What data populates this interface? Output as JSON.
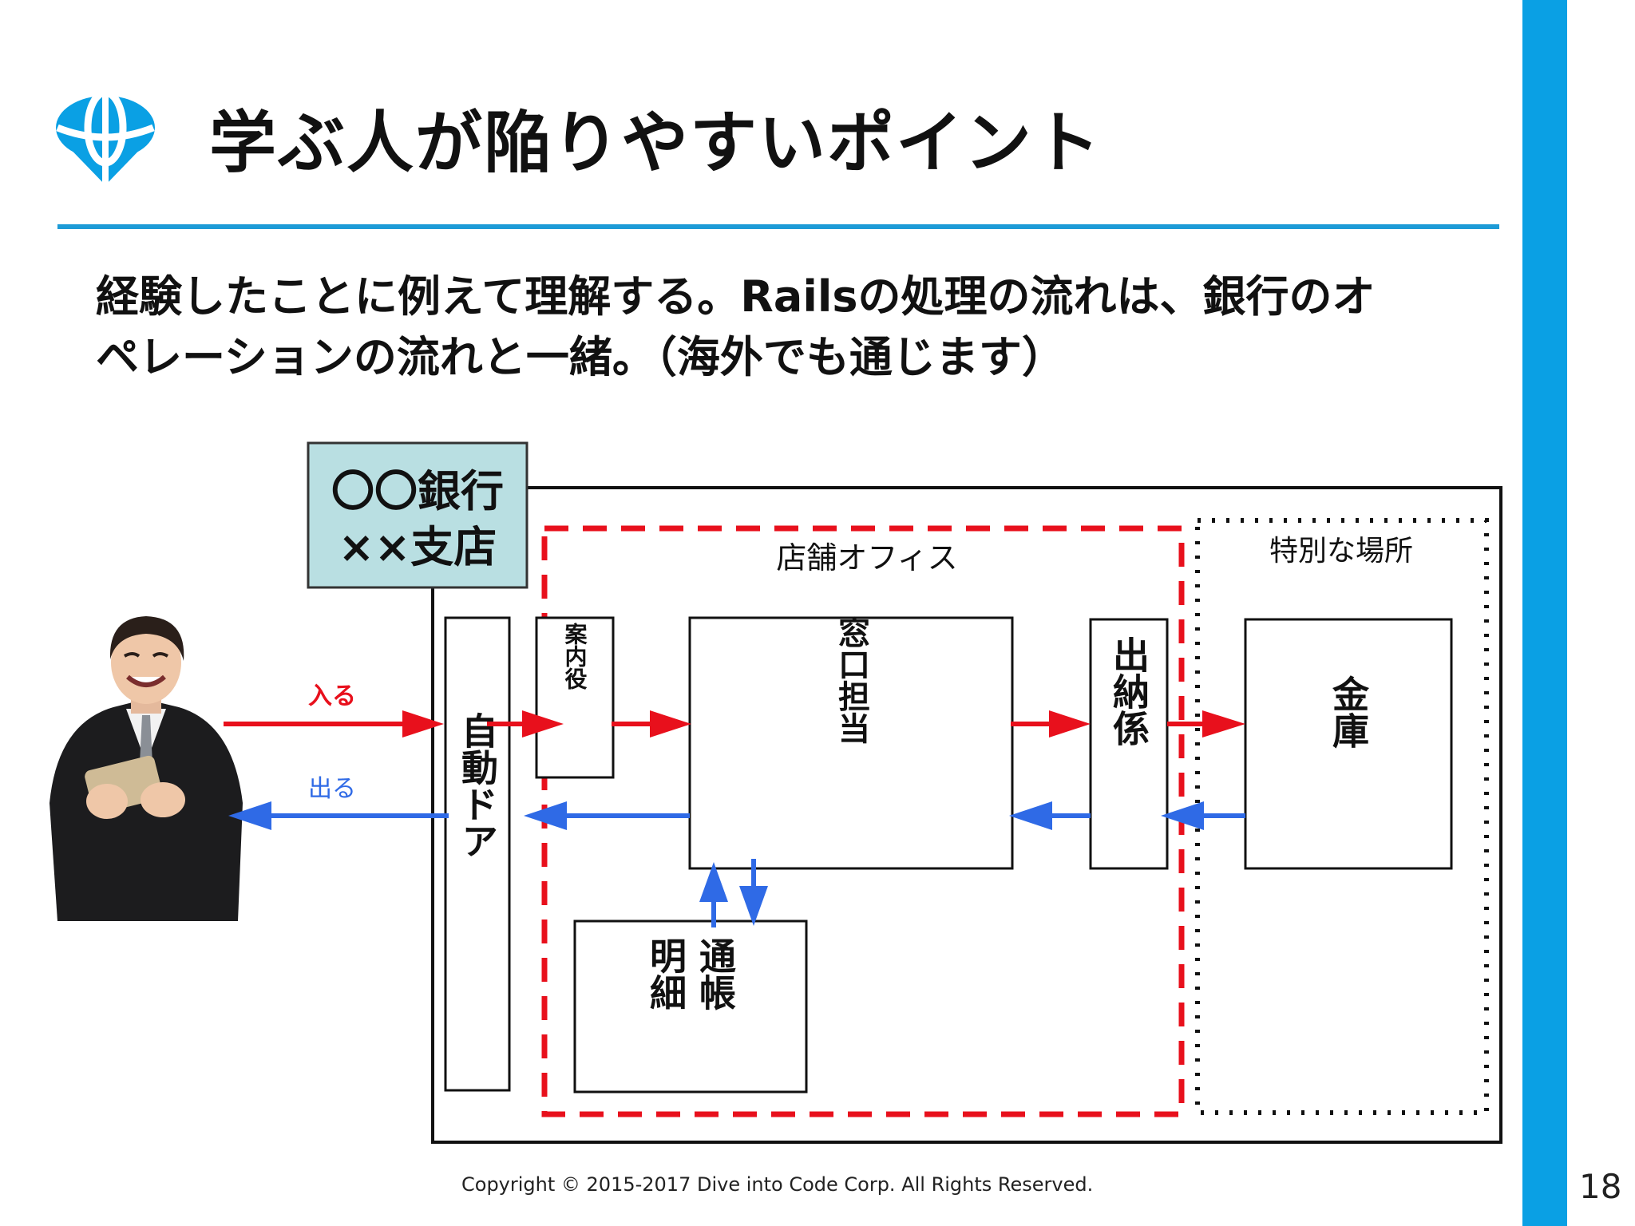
{
  "slide": {
    "title": "学ぶ人が陥りやすいポイント",
    "body_lines": [
      "経験したことに例えて理解する。Railsの処理の流れは、銀行のオ",
      "ペレーションの流れと一緒。（海外でも通じます）"
    ],
    "footer": "Copyright © 2015-2017 Dive into Code Corp. All Rights Reserved.",
    "page_number": "18"
  },
  "diagram": {
    "bank_name_line1": "〇〇銀行",
    "bank_name_line2": "××支店",
    "office_label": "店舗オフィス",
    "special_label": "特別な場所",
    "auto_door": "自動ドア",
    "guide": "案内役",
    "window": "窓口担当",
    "cashier": "出納係",
    "vault": "金庫",
    "passbook_line1": "通帳",
    "passbook_line2": "明細",
    "enter_label": "入る",
    "exit_label": "出る"
  },
  "colors": {
    "accent_blue": "#0aa0e4",
    "request_arrow": "#e8101c",
    "response_arrow": "#2f6ae6",
    "bank_label_bg": "#b9dfe2"
  }
}
